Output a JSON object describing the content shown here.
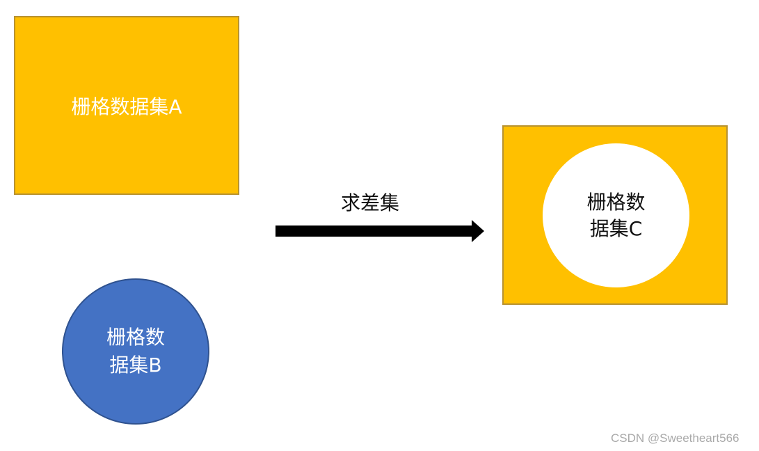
{
  "nodes": {
    "raster_a": {
      "label": "栅格数据集A"
    },
    "raster_b": {
      "label_line1": "栅格数",
      "label_line2": "据集B"
    },
    "raster_c": {
      "label_line1": "栅格数",
      "label_line2": "据集C"
    }
  },
  "operation": {
    "label": "求差集"
  },
  "watermark": {
    "text": "CSDN @Sweetheart566"
  },
  "colors": {
    "orange_fill": "#FFC000",
    "blue_fill": "#4472C4",
    "arrow": "#000000"
  }
}
